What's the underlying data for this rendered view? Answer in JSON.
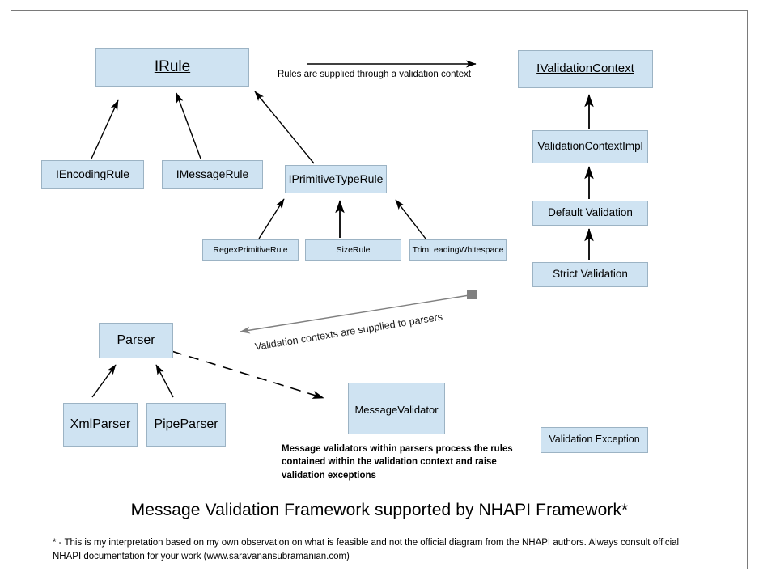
{
  "diagram": {
    "title": "Message Validation Framework supported by NHAPI Framework*",
    "footnote": "* - This is my interpretation based on my own observation on what is feasible and not the official diagram from the NHAPI authors. Always consult official NHAPI documentation for your work (www.saravanansubramanian.com)",
    "colors": {
      "node_fill": "#cfe3f2",
      "node_border": "#9cb3c4",
      "frame_border": "#7a7a7a",
      "arrow_black": "#000000",
      "arrow_gray": "#808080",
      "text": "#000000"
    },
    "nodes": {
      "irule": "IRule",
      "ivalidationcontext": "IValidationContext",
      "iencodingrule": "IEncodingRule",
      "imessagerule": "IMessageRule",
      "iprimitivetyperule": "IPrimitiveTypeRule",
      "regexprimitiverule": "RegexPrimitiveRule",
      "sizerule": "SizeRule",
      "trimleadingwhitespace": "TrimLeadingWhitespace",
      "validationcontextimpl": "ValidationContextImpl",
      "defaultvalidation": "Default Validation",
      "strictvalidation": "Strict Validation",
      "parser": "Parser",
      "xmlparser": "XmlParser",
      "pipeparser": "PipeParser",
      "messagevalidator": "MessageValidator",
      "validationexception": "Validation Exception"
    },
    "annotations": {
      "rules_supplied": "Rules are supplied through a validation context",
      "contexts_supplied": "Validation contexts are supplied to parsers",
      "message_validator_note": "Message validators within parsers process the rules contained within the validation context and raise validation exceptions"
    }
  }
}
